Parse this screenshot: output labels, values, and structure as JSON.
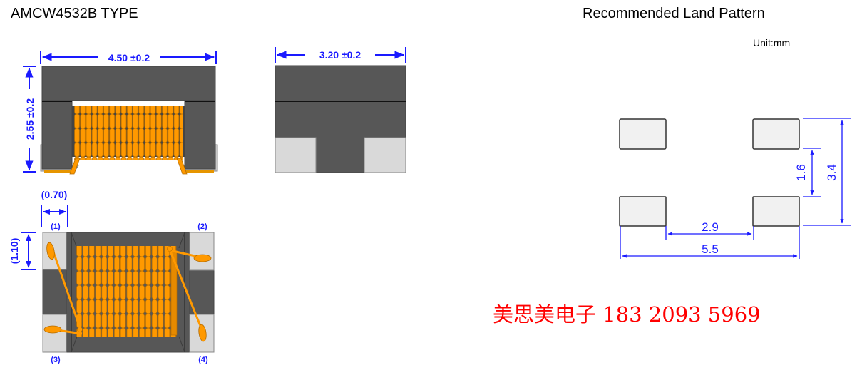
{
  "titles": {
    "left": "AMCW4532B TYPE",
    "right": "Recommended Land Pattern"
  },
  "unit": "Unit:mm",
  "contact": "美思美电子 183 2093 5969",
  "dimensions": {
    "length": "4.50 ±0.2",
    "height": "2.55 ±0.2",
    "width": "3.20 ±0.2",
    "terminal_width": "(0.70)",
    "terminal_length": "(1.10)"
  },
  "pins": {
    "p1": "(1)",
    "p2": "(2)",
    "p3": "(3)",
    "p4": "(4)"
  },
  "land_pattern": {
    "inner_gap": "2.9",
    "outer_span": "5.5",
    "inner_height": "1.6",
    "outer_height": "3.4"
  },
  "colors": {
    "body": "#575757",
    "terminal": "#d9d9d9",
    "wire": "#ff9900",
    "dimension": "#1a1aff",
    "pad": "#f1f1f1",
    "contact": "#ff0000"
  }
}
